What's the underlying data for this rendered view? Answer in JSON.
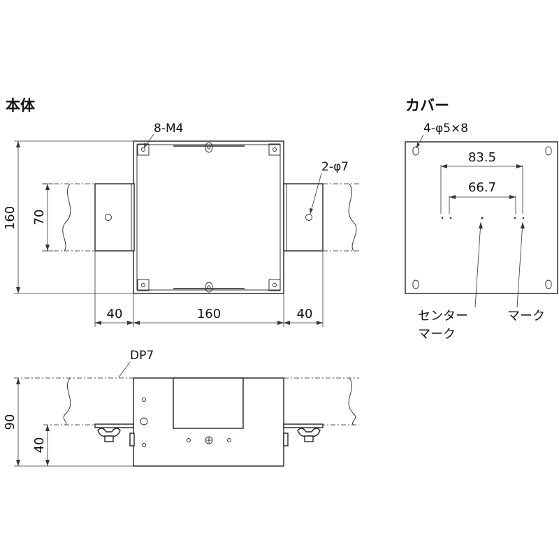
{
  "main_body": {
    "title": "本体",
    "top_view": {
      "screw_label": "8-M4",
      "hole_label": "2-φ7",
      "height_dim": "160",
      "inner_height_dim": "70",
      "left_ext_dim": "40",
      "width_dim": "160",
      "right_ext_dim": "40"
    },
    "side_view": {
      "pipe_label": "DP7",
      "height_dim": "90",
      "lower_dim": "40"
    }
  },
  "cover": {
    "title": "カバー",
    "slot_label": "4-φ5×8",
    "outer_dim": "83.5",
    "inner_dim": "66.7",
    "center_mark_label_1": "センター",
    "center_mark_label_2": "マーク",
    "mark_label": "マーク"
  }
}
